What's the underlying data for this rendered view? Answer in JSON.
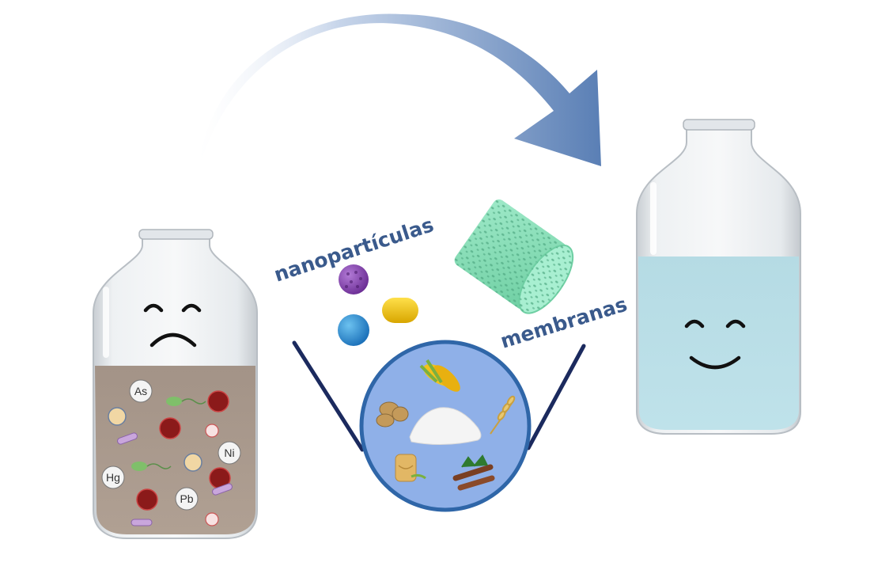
{
  "labels": {
    "nanoparticles": "nanopartículas",
    "membranes": "membranas"
  },
  "contaminants": {
    "metals": [
      "As",
      "Ni",
      "Hg",
      "Pb"
    ]
  },
  "icons": {
    "arrow": "curved-arrow-icon",
    "dirty_bottle": "contaminated-water-bottle",
    "clean_bottle": "clean-water-bottle",
    "sad_face": "sad-face-icon",
    "happy_face": "happy-face-icon",
    "biomass_circle": "biomass-sources-icon",
    "membrane": "membrane-icon"
  },
  "colors": {
    "label_text": "#3a5a8c",
    "arrow": "#5a7fb5",
    "dirty_water": "#a8968a",
    "clean_water": "#b9dde6",
    "funnel_lines": "#1b2a5e",
    "circle_fill": "#8fb0e8",
    "circle_stroke": "#2f66a8",
    "membrane": "#8fe0bc"
  }
}
